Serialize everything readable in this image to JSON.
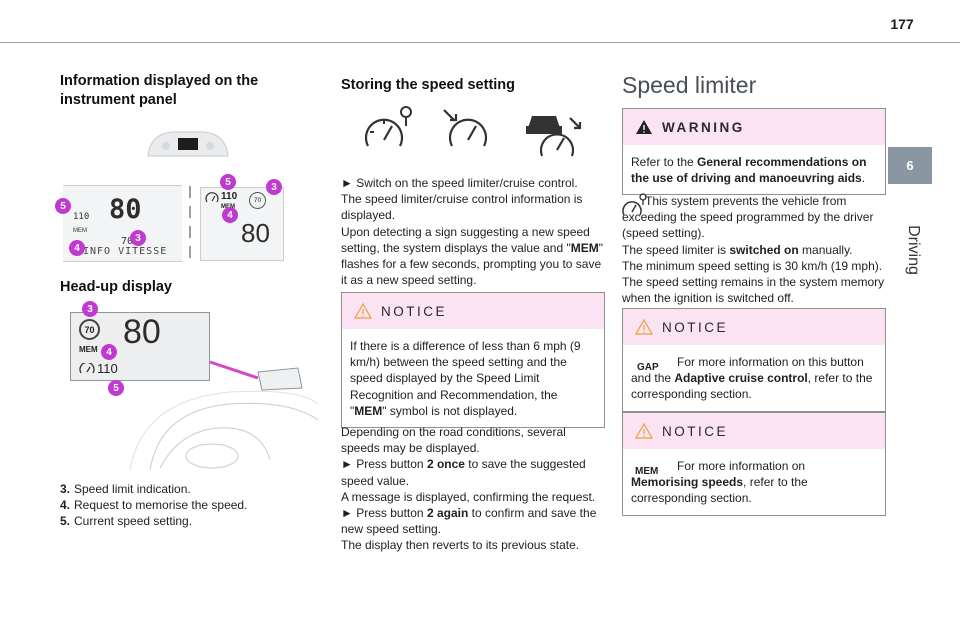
{
  "page": {
    "number": "177",
    "chapter_number": "6",
    "chapter_label": "Driving"
  },
  "col1": {
    "heading_panel": "Information displayed on the instrument panel",
    "heading_hud": "Head-up display",
    "panel_a": {
      "speed": "80",
      "small_speed": "110",
      "limit": "70",
      "bottom_text": "INFO VITESSE"
    },
    "panel_b": {
      "set_speed": "110",
      "mem": "MEM",
      "limit": "70",
      "speed": "80"
    },
    "hud": {
      "limit": "70",
      "speed": "80",
      "mem": "MEM",
      "set_speed": "110"
    },
    "legend": [
      {
        "num": "3.",
        "text": "Speed limit indication."
      },
      {
        "num": "4.",
        "text": "Request to memorise the speed."
      },
      {
        "num": "5.",
        "text": "Current speed setting."
      }
    ]
  },
  "col2": {
    "heading": "Storing the speed setting",
    "step1": "Switch on the speed limiter/cruise control.",
    "para1": "The speed limiter/cruise control information is displayed.",
    "para2_a": "Upon detecting a sign suggesting a new speed setting, the system displays the value and \"",
    "para2_b": "MEM",
    "para2_c": "\" flashes for a few seconds, prompting you to save it as a new speed setting.",
    "notice_title": "NOTICE",
    "notice_a": "If there is a difference of less than 6 mph (9 km/h) between the speed setting and the speed displayed by the Speed Limit Recognition and Recommendation, the \"",
    "notice_b": "MEM",
    "notice_c": "\" symbol is not displayed.",
    "para3": "Depending on the road conditions, several speeds may be displayed.",
    "step2_a": "Press button ",
    "step2_b": "2 once",
    "step2_c": " to save the suggested speed value.",
    "para4": "A message is displayed, confirming the request.",
    "step3_a": "Press button ",
    "step3_b": "2 again",
    "step3_c": " to confirm and save the new speed setting.",
    "para5": "The display then reverts to its previous state."
  },
  "col3": {
    "heading": "Speed limiter",
    "warning_title": "WARNING",
    "warning_a": "Refer to the ",
    "warning_b": "General recommendations on the use of driving and manoeuvring aids",
    "warning_c": ".",
    "intro": "This system prevents the vehicle from exceeding the speed programmed by the driver (speed setting).",
    "line2_a": "The speed limiter is ",
    "line2_b": "switched on",
    "line2_c": " manually.",
    "line3": "The minimum speed setting is 30 km/h (19 mph).",
    "line4": "The speed setting remains in the system memory when the ignition is switched off.",
    "notice1_title": "NOTICE",
    "notice1_icon_label": "GAP",
    "notice1_a": "For more information on this button and the ",
    "notice1_b": "Adaptive cruise control",
    "notice1_c": ", refer to the corresponding section.",
    "notice2_title": "NOTICE",
    "notice2_icon_label": "MEM",
    "notice2_a": "For more information on ",
    "notice2_b": "Memorising speeds",
    "notice2_c": ", refer to the corresponding section."
  },
  "markers": {
    "three": "3",
    "four": "4",
    "five": "5"
  },
  "colors": {
    "marker": "#c03ad1",
    "box_head": "#fbe3f3",
    "chapter_tab": "#8b96a3"
  }
}
